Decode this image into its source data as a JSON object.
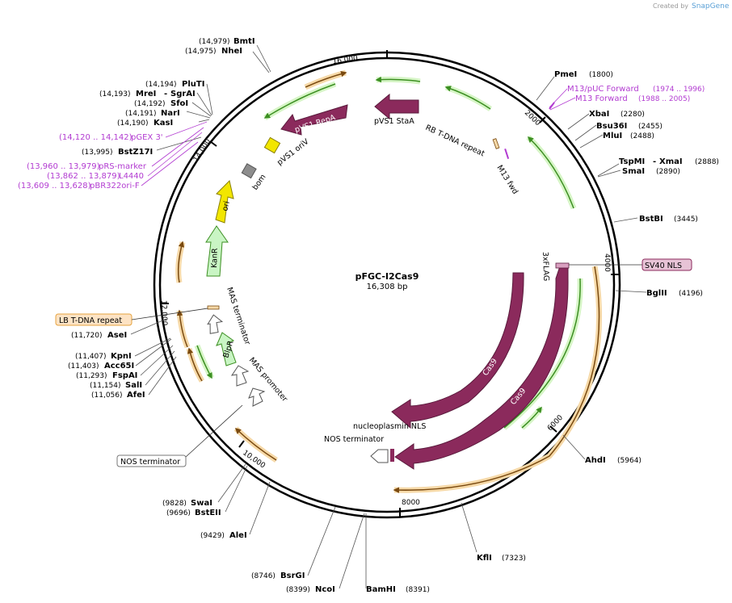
{
  "watermark": {
    "prefix": "Created by",
    "brand": "SnapGene"
  },
  "plasmid": {
    "name": "pFGC-I2Cas9",
    "length_label": "16,308 bp"
  },
  "ticks": [
    "2000",
    "4000",
    "6000",
    "8000",
    "10,000",
    "12,000",
    "14,000",
    "16,000"
  ],
  "enzymes": {
    "bmti": {
      "name": "BmtI",
      "pos": "(14,979)"
    },
    "nhei": {
      "name": "NheI",
      "pos": "(14,975)"
    },
    "pluti": {
      "name": "PluTI",
      "pos": "(14,194)"
    },
    "mrei": {
      "name": "MreI",
      "pos": "(14,193)"
    },
    "sgrai": {
      "name": "SgrAI"
    },
    "sfoi": {
      "name": "SfoI",
      "pos": "(14,192)"
    },
    "nari": {
      "name": "NarI",
      "pos": "(14,191)"
    },
    "kasi": {
      "name": "KasI",
      "pos": "(14,190)"
    },
    "bstz17i": {
      "name": "BstZ17I",
      "pos": "(13,995)"
    },
    "asei": {
      "name": "AseI",
      "pos": "(11,720)"
    },
    "kpni": {
      "name": "KpnI",
      "pos": "(11,407)"
    },
    "acc65i": {
      "name": "Acc65I",
      "pos": "(11,403)"
    },
    "fspai": {
      "name": "FspAI",
      "pos": "(11,293)"
    },
    "sali": {
      "name": "SalI",
      "pos": "(11,154)"
    },
    "afei": {
      "name": "AfeI",
      "pos": "(11,056)"
    },
    "swai": {
      "name": "SwaI",
      "pos": "(9828)"
    },
    "bsteii": {
      "name": "BstEII",
      "pos": "(9696)"
    },
    "alei": {
      "name": "AleI",
      "pos": "(9429)"
    },
    "bsrgi": {
      "name": "BsrGI",
      "pos": "(8746)"
    },
    "ncoi": {
      "name": "NcoI",
      "pos": "(8399)"
    },
    "bamhi": {
      "name": "BamHI",
      "pos": "(8391)"
    },
    "kfli": {
      "name": "KflI",
      "pos": "(7323)"
    },
    "ahdi": {
      "name": "AhdI",
      "pos": "(5964)"
    },
    "bglii": {
      "name": "BglII",
      "pos": "(4196)"
    },
    "bstbi": {
      "name": "BstBI",
      "pos": "(3445)"
    },
    "tspmi": {
      "name": "TspMI",
      "pos": "(2888)"
    },
    "xmai": {
      "name": "XmaI"
    },
    "smai": {
      "name": "SmaI",
      "pos": "(2890)"
    },
    "mlui": {
      "name": "MluI",
      "pos": "(2488)"
    },
    "bsu36i": {
      "name": "Bsu36I",
      "pos": "(2455)"
    },
    "xbai": {
      "name": "XbaI",
      "pos": "(2280)"
    },
    "pmei": {
      "name": "PmeI",
      "pos": "(1800)"
    }
  },
  "primers": {
    "m13puc": {
      "name": "M13/pUC Forward",
      "range": "(1974 .. 1996)"
    },
    "m13fwd": {
      "name": "M13 Forward",
      "range": "(1988 .. 2005)"
    },
    "pgex3": {
      "name": "pGEX 3'",
      "range": "(14,120 .. 14,142)"
    },
    "prs": {
      "name": "pRS-marker",
      "range": "(13,960 .. 13,979)"
    },
    "l4440": {
      "name": "L4440",
      "range": "(13,862 .. 13,879)"
    },
    "pbr": {
      "name": "pBR322ori-F",
      "range": "(13,609 .. 13,628)"
    }
  },
  "features": {
    "pvs1_repa": "pVS1 RepA",
    "pvs1_oriv": "pVS1 oriV",
    "pvs1_staa": "pVS1 StaA",
    "bom": "bom",
    "ori": "ori",
    "kanr": "KanR",
    "rb_tdna": "RB T-DNA repeat",
    "m13_fwd": "M13 fwd",
    "flag": "3xFLAG",
    "sv40": "SV40 NLS",
    "cas9_a": "Cas9",
    "cas9_b": "Cas9",
    "nucleoplasmin": "nucleoplasmin NLS",
    "nos_term_inner": "NOS terminator",
    "nos_term_box": "NOS terminator",
    "lb_tdna": "LB T-DNA repeat",
    "mas_term": "MAS terminator",
    "mas_prom": "MAS promoter",
    "bipr": "BlpR"
  },
  "colors": {
    "cas9": "#8b2a5c",
    "green_orf": "#3c8f22",
    "orange_misc": "#e5a33f",
    "yellow_ori": "#f2e600",
    "kanr_fill": "#c9f5c4",
    "primer": "#b23bd1",
    "backbone": "#000000"
  }
}
